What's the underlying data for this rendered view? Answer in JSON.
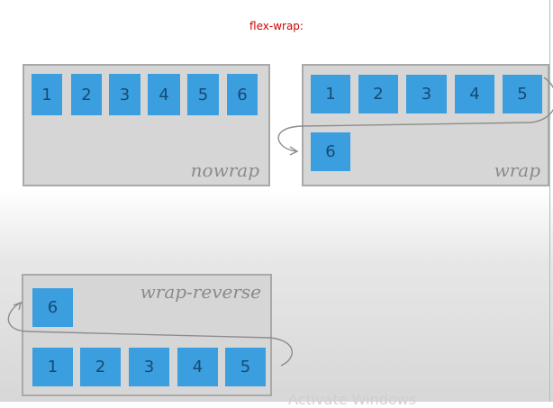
{
  "title": "flex-wrap:",
  "nowrap": {
    "label": "nowrap",
    "items": [
      "1",
      "2",
      "3",
      "4",
      "5",
      "6"
    ]
  },
  "wrap": {
    "label": "wrap",
    "items": [
      "1",
      "2",
      "3",
      "4",
      "5",
      "6"
    ]
  },
  "wrap_reverse": {
    "label": "wrap-reverse",
    "items": [
      "1",
      "2",
      "3",
      "4",
      "5",
      "6"
    ]
  },
  "colors": {
    "item_fill": "#3b9edf",
    "item_text": "#174a74",
    "panel_fill": "#d6d6d6",
    "panel_border": "#a9a9a9",
    "title": "#d00000"
  },
  "watermark": "Activate Windows"
}
